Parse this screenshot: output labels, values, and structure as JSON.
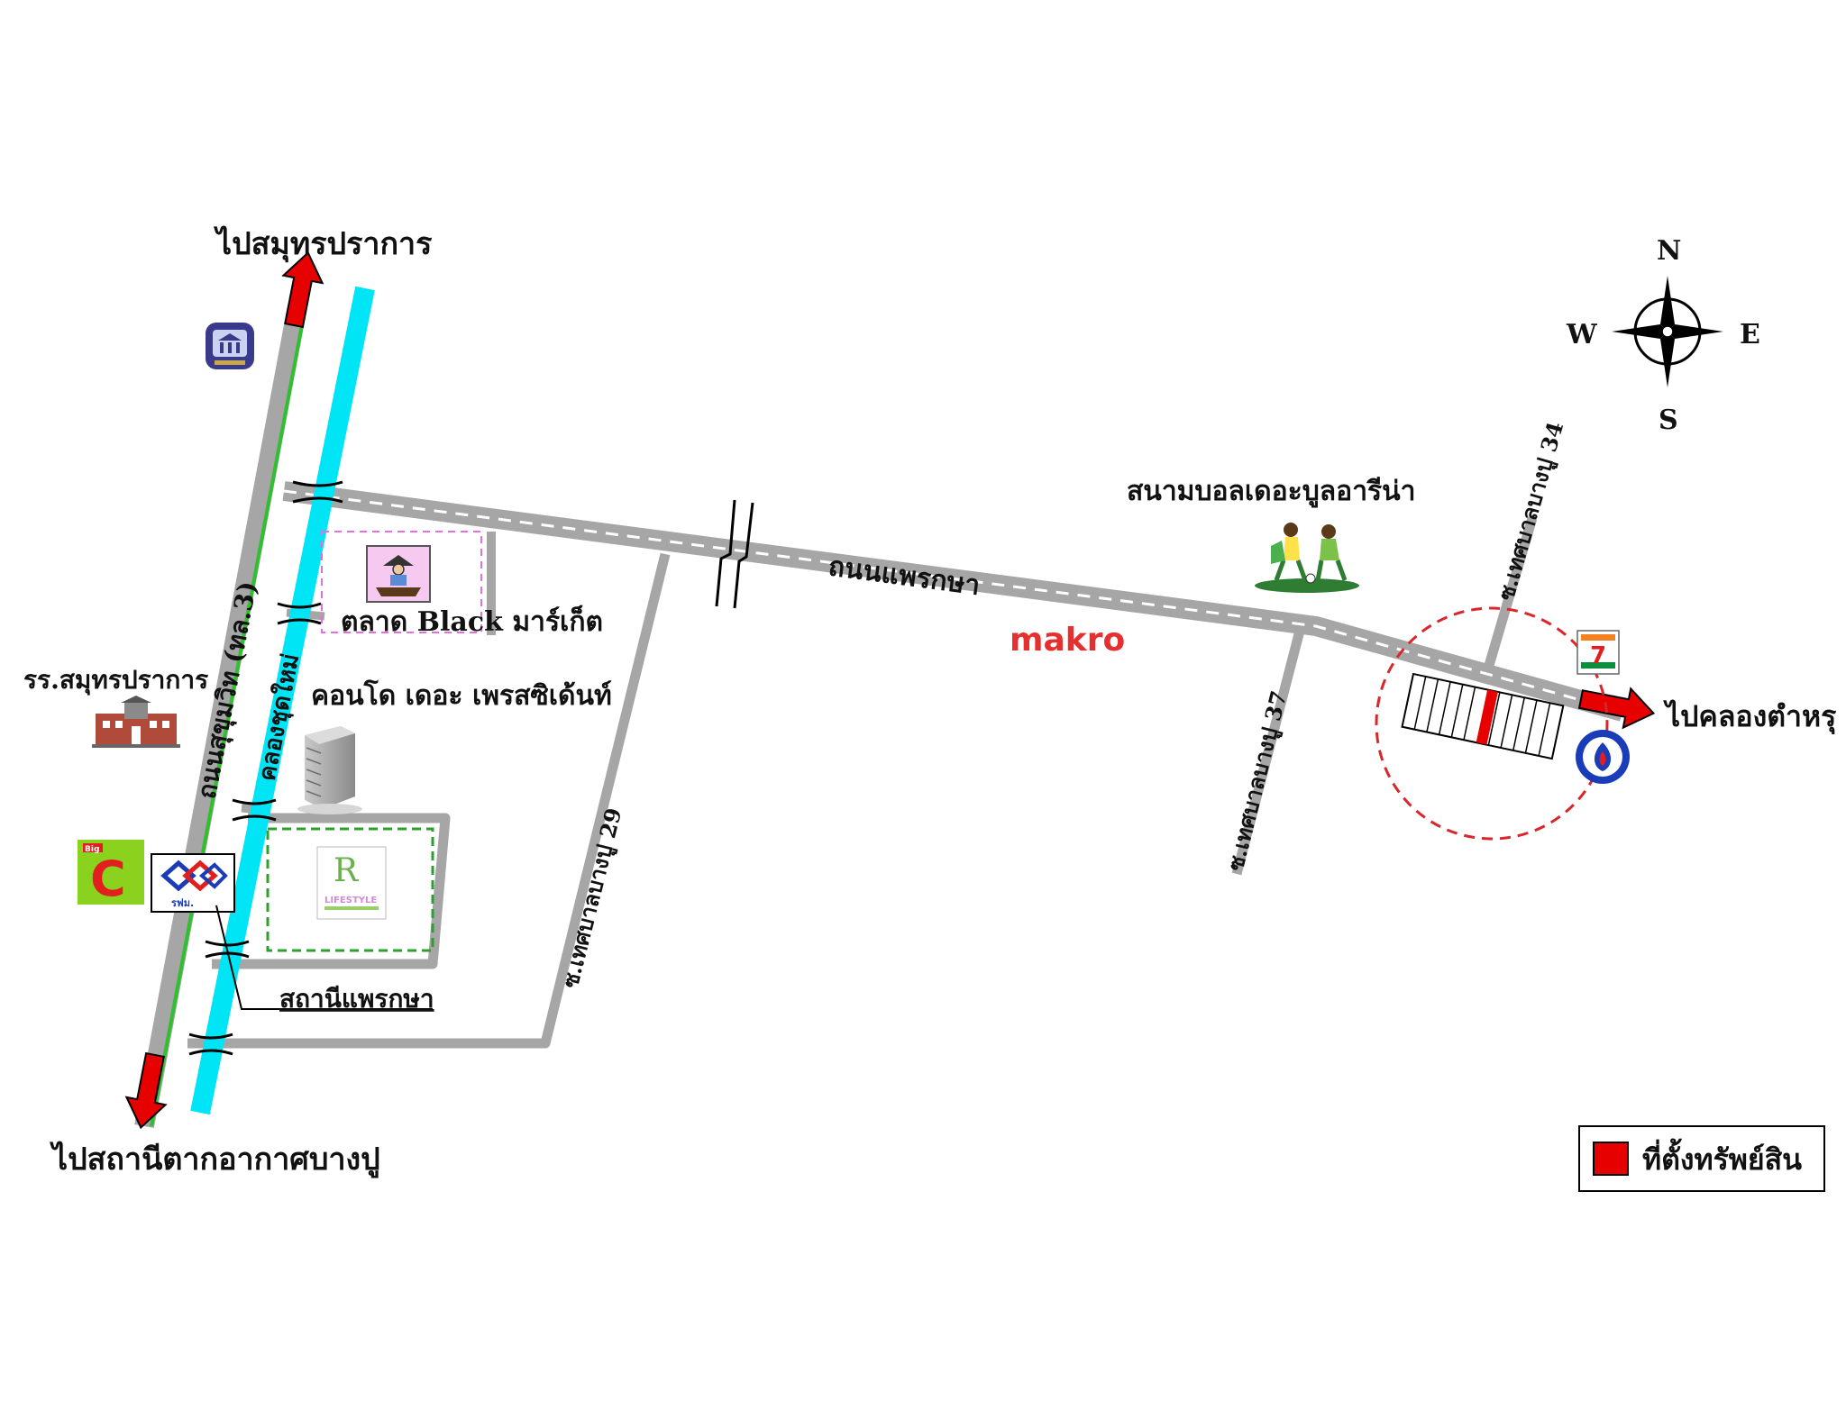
{
  "colors": {
    "road": "#a6a6a6",
    "canal": "#00e5f5",
    "rail_line": "#2fbf2f",
    "arrow": "#e60000",
    "property": "#e60000",
    "makro": "#e4312f",
    "dashed_circle": "#d9262a",
    "compass": "#000000"
  },
  "compass": {
    "north": "N",
    "south": "S",
    "east": "E",
    "west": "W"
  },
  "directions": {
    "to_north": "ไปสมุทรปราการ",
    "to_south": "ไปสถานีตากอากาศบางปู",
    "to_east": "ไปคลองตำหรุ"
  },
  "roads": {
    "sukhumvit": "ถนนสุขุมวิท (ทล.3)",
    "canal": "คลองชุดใหม่",
    "praeksa": "ถนนแพรกษา",
    "soi_29": "ซ.เทศบาลบางปู 29",
    "soi_37": "ซ.เทศบาลบางปู 37",
    "soi_34": "ซ.เทศบาลบางปู 34"
  },
  "landmarks": {
    "school": "รร.สมุทรปราการ",
    "market": "ตลาด Black มาร์เก็ต",
    "condo": "คอนโด เดอะ เพรสซิเด้นท์",
    "station": "สถานีแพรกษา",
    "stadium": "สนามบอลเดอะบูลอารีน่า",
    "makro": "makro",
    "bigc": "Big C",
    "mrt_logo": "รฟม.",
    "lifestyle_logo": "LIFESTYLE",
    "seven_eleven": "7"
  },
  "icons": [
    "bank-icon",
    "market-vendor-icon",
    "school-building-icon",
    "condo-building-icon",
    "bigc-logo-icon",
    "mrt-logo-icon",
    "lifestyle-mall-icon",
    "football-players-icon",
    "seven-eleven-icon",
    "gas-station-icon",
    "compass-rose-icon"
  ],
  "legend": {
    "property_label": "ที่ตั้งทรัพย์สิน"
  }
}
